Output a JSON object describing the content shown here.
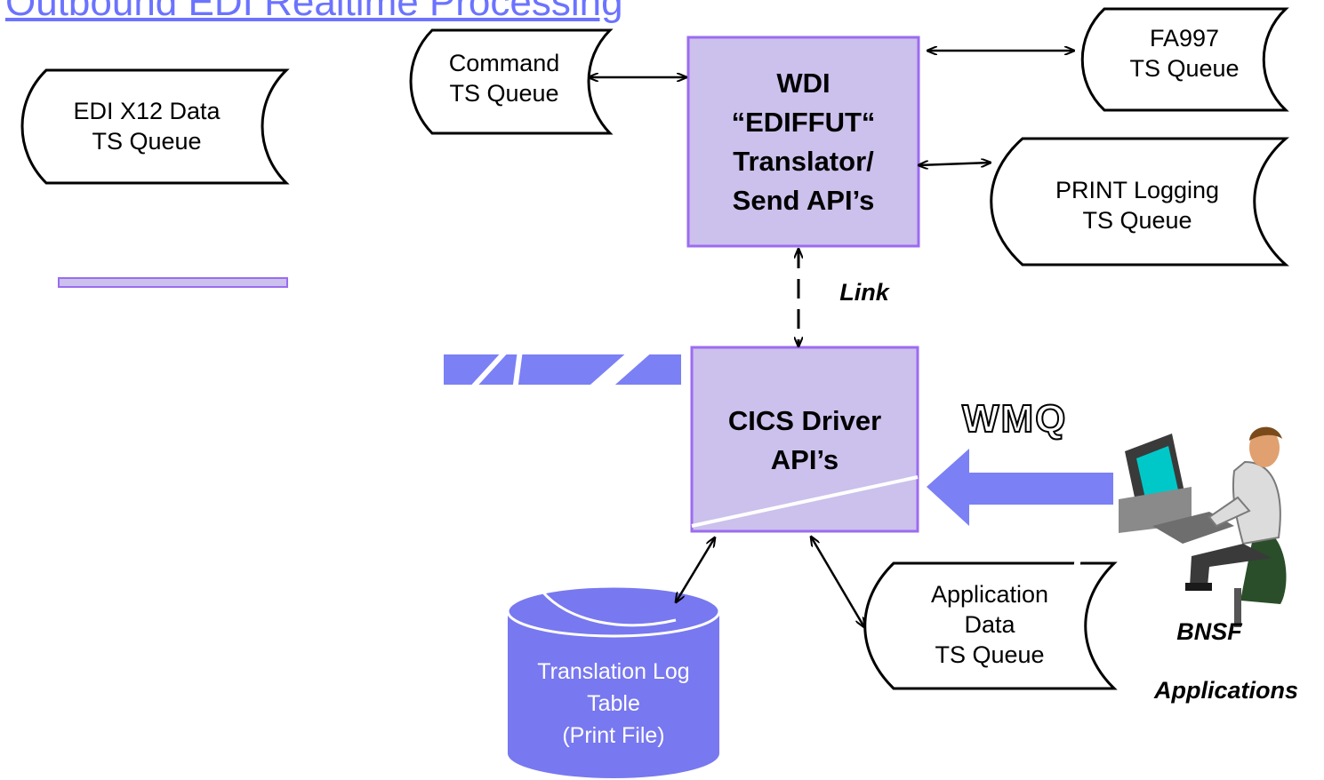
{
  "title": "Outbound EDI Realtime Processing",
  "queues": {
    "edi_x12": [
      "EDI X12 Data",
      "TS Queue"
    ],
    "command": [
      "Command",
      "TS Queue"
    ],
    "fa997": [
      "FA997",
      "TS Queue"
    ],
    "print_logging": [
      "PRINT Logging",
      "TS Queue"
    ],
    "application_data": [
      "Application",
      "Data",
      "TS Queue"
    ]
  },
  "wdi_box": [
    "WDI",
    "“EDIFFUT“",
    "Translator/",
    "Send API’s"
  ],
  "cics_box": [
    "CICS Driver",
    "API’s"
  ],
  "link_label": "Link",
  "wmq_label": "WMQ",
  "database": [
    "Translation Log",
    "Table",
    "(Print File)"
  ],
  "bnsf": [
    "BNSF",
    "Applications"
  ],
  "colors": {
    "title": "#6b73ff",
    "box_fill": "#ccc0ec",
    "box_border": "#9b6cf0",
    "accent_blue": "#7b80f5",
    "database_fill": "#7878f0"
  }
}
